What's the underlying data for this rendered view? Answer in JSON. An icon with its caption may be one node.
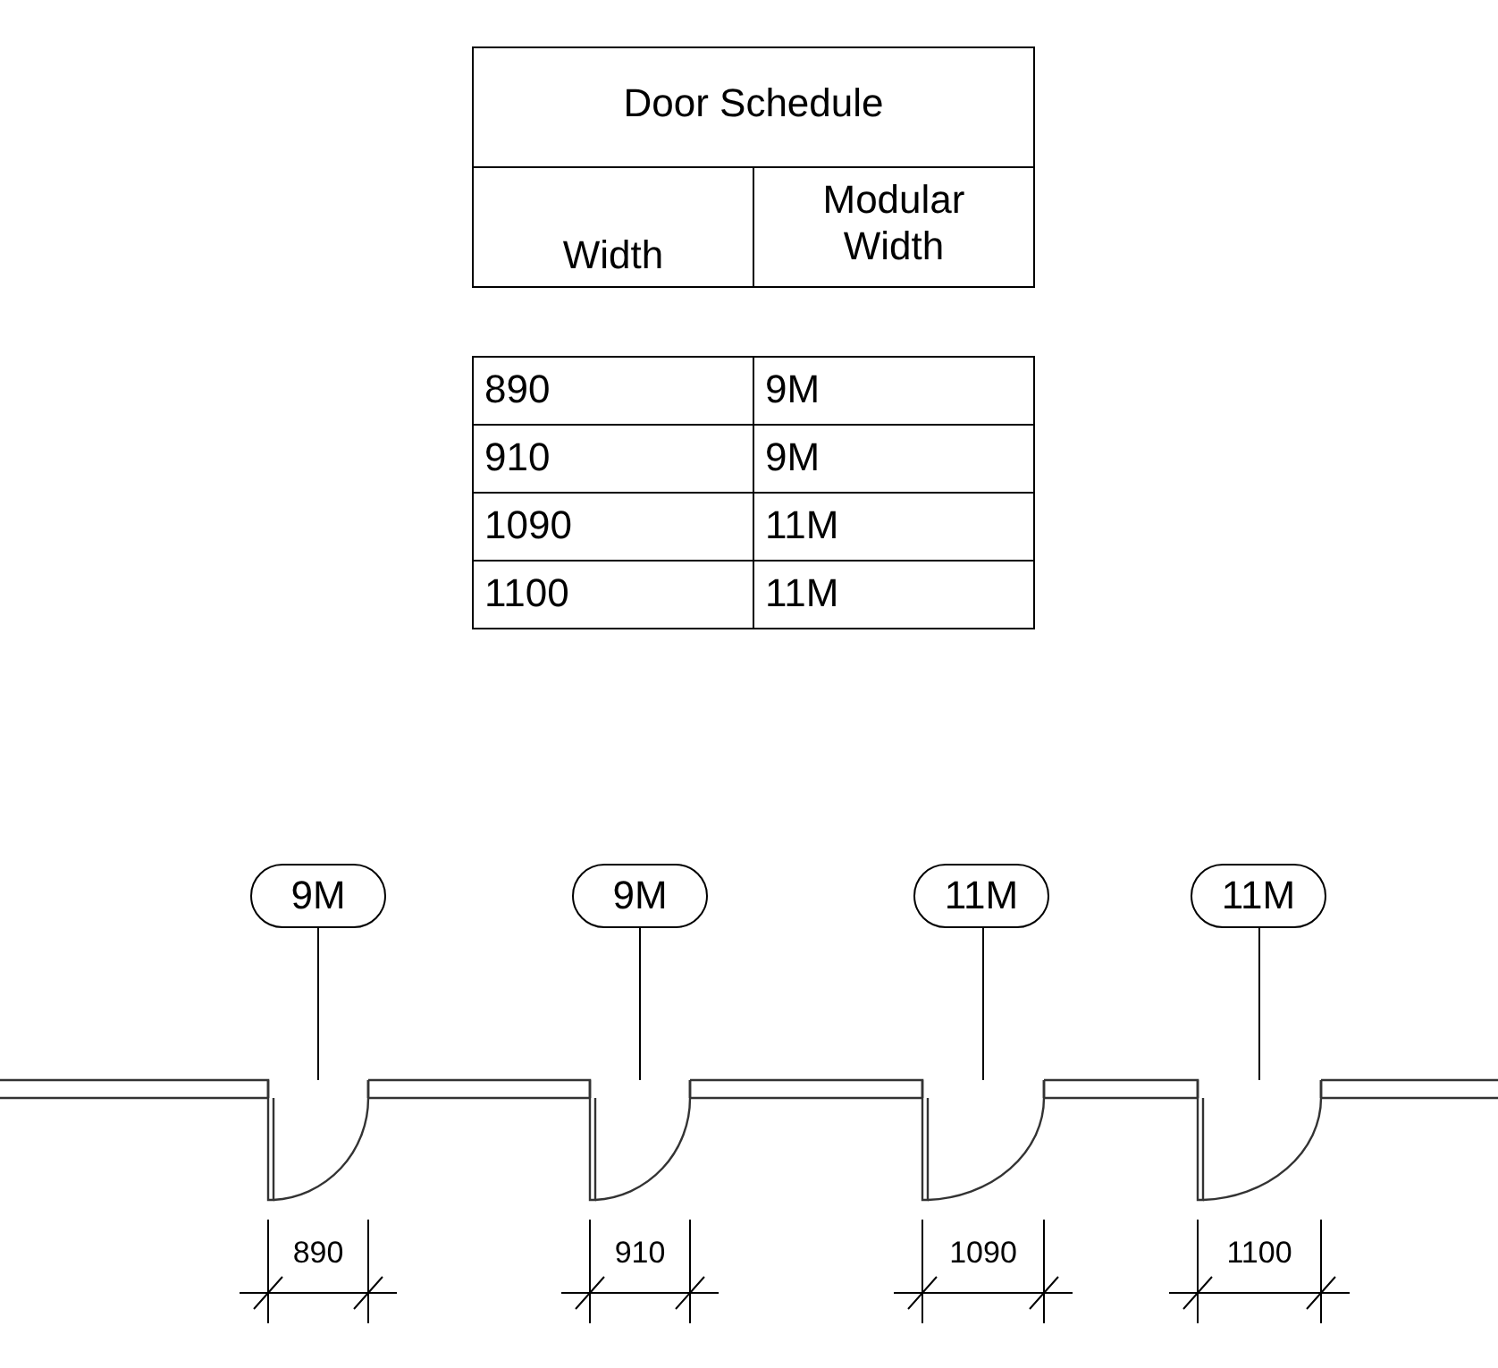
{
  "diagram": {
    "nodes": [
      {
        "text": [
          "9M"
        ]
      },
      {
        "text": [
          "9M"
        ]
      },
      {
        "text": [
          "11M"
        ]
      },
      {
        "text": [
          "11M"
        ]
      },
      {
        "text": [],
        "shape": "picture"
      },
      {
        "text": [],
        "shape": "picture"
      },
      {
        "text": [],
        "shape": "picture"
      },
      {
        "text": [],
        "shape": "picture"
      }
    ],
    "edges": [
      {
        "from": 0,
        "to": 4,
        "arrow": "none"
      },
      {
        "from": 1,
        "to": 5,
        "arrow": "none"
      },
      {
        "from": 2,
        "to": 6,
        "arrow": "none"
      },
      {
        "from": 3,
        "to": 7,
        "arrow": "none"
      }
    ],
    "labels": [
      "Door Schedule",
      "Width",
      "Modular Width",
      "890",
      "9M",
      "910",
      "9M",
      "1090",
      "11M",
      "1100",
      "11M",
      "890",
      "910",
      "1090",
      "1100"
    ]
  }
}
